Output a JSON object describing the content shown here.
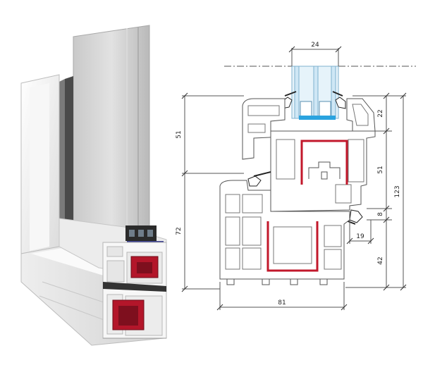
{
  "figure": {
    "left_panel": "3D cutaway of white PVC window frame and sash with triple glazing",
    "right_panel": "technical cross-section drawing with dimensions"
  },
  "dimensions": {
    "glass_width": "24",
    "frame_depth": "81",
    "left_upper_height": "51",
    "left_lower_height": "72",
    "right_top_height": "22",
    "right_middle_height": "51",
    "right_overlap": "8",
    "right_bottom_height": "42",
    "total_height": "123",
    "sash_offset": "19"
  },
  "colors": {
    "pvc": "#f4f4f4",
    "outline": "#4a4a4a",
    "steel_reinforcement": "#c2182b",
    "glass": "#9fd0ea",
    "spacer": "#2aa3df",
    "gasket": "#222222"
  }
}
